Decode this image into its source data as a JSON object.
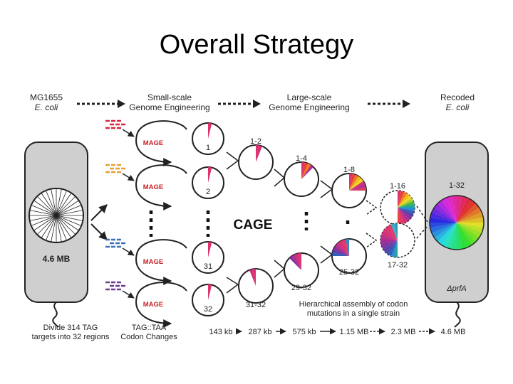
{
  "slide": {
    "title": "Overall Strategy"
  },
  "header": {
    "start": [
      "MG1655",
      "E. coli"
    ],
    "small_scale": [
      "Small-scale",
      "Genome Engineering"
    ],
    "large_scale": [
      "Large-scale",
      "Genome Engineering"
    ],
    "end": [
      "Recoded",
      "E. coli"
    ]
  },
  "left_cell": {
    "size_label": "4.6 MB",
    "caption": [
      "Divide 314 TAG",
      "targets into 32 regions"
    ]
  },
  "right_cell": {
    "label": "1-32",
    "gene_label": "ΔprfA"
  },
  "mage": {
    "rows": [
      {
        "label": "MAGE",
        "region": "1",
        "color": "#d8233c"
      },
      {
        "label": "MAGE",
        "region": "2",
        "color": "#e8a030"
      },
      {
        "label": "MAGE",
        "region": "31",
        "color": "#3a6fb8"
      },
      {
        "label": "MAGE",
        "region": "32",
        "color": "#6a3b8c"
      }
    ],
    "caption": [
      "TAG::TAA",
      "Codon Changes"
    ]
  },
  "cage": {
    "label": "CAGE",
    "stage_labels": {
      "a": "1-2",
      "b": "1-4",
      "c": "1-8",
      "d": "1-16",
      "e": "17-32",
      "f": "25-32",
      "g": "29-32",
      "h": "31-32"
    },
    "caption": [
      "Hierarchical assembly of codon",
      "mutations in a single strain"
    ]
  },
  "scale_bar": [
    "143 kb",
    "287 kb",
    "575 kb",
    "1.15 MB",
    "2.3 MB",
    "4.6 MB"
  ],
  "colors": {
    "accent": "#e0316f",
    "mage_text": "#c8232c",
    "cell_fill": "#cfcfcf",
    "cell_stroke": "#222222"
  }
}
